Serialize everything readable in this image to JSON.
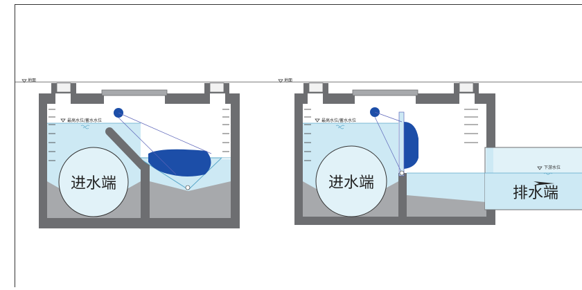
{
  "labels": {
    "ground": "地面",
    "max_level": "最高水位/蓄水水位",
    "inlet": "进水端",
    "outlet": "排水端",
    "downstream_level": "下游水位"
  },
  "colors": {
    "concrete": "#6d6e71",
    "sediment": "#a7a9ac",
    "water": "#cde9f4",
    "water_line": "#5aa7c9",
    "flap": "#1c4ea8",
    "pipe": "#e1f2f8"
  }
}
